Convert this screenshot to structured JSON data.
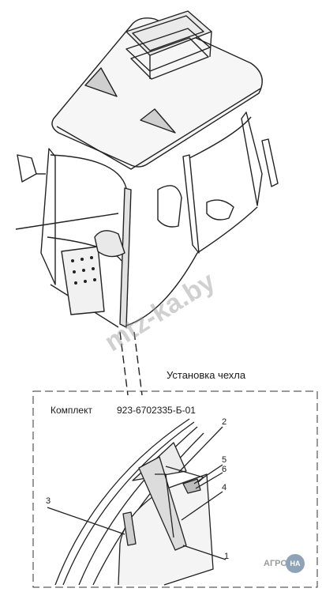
{
  "caption": "Установка чехла",
  "kit": {
    "label": "Комплект",
    "code": "923-6702335-Б-01"
  },
  "callouts": [
    "1",
    "2",
    "3",
    "4",
    "5",
    "6"
  ],
  "watermark": "mtz-ka.by",
  "logo": {
    "text": "АГРО",
    "badge": "НА"
  }
}
